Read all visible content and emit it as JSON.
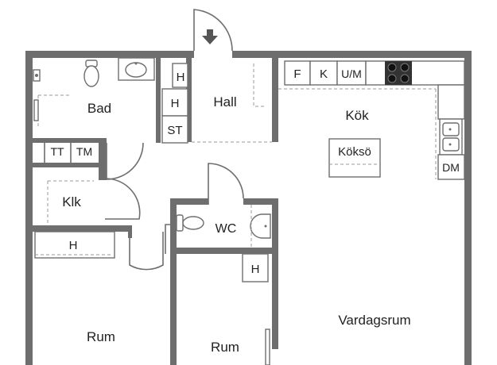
{
  "floorplan": {
    "rooms": {
      "bad": "Bad",
      "hall": "Hall",
      "kok": "Kök",
      "koks_o": "Köksö",
      "klk": "Klk",
      "wc": "WC",
      "rum_left": "Rum",
      "rum_middle": "Rum",
      "vardagsrum": "Vardagsrum"
    },
    "fixtures": {
      "tt": "TT",
      "tm": "TM",
      "h_hall_top": "H",
      "h_hall_bottom": "H",
      "st": "ST",
      "f": "F",
      "k": "K",
      "um": "U/M",
      "dm": "DM",
      "h_left_room": "H",
      "h_mid_room": "H"
    }
  }
}
